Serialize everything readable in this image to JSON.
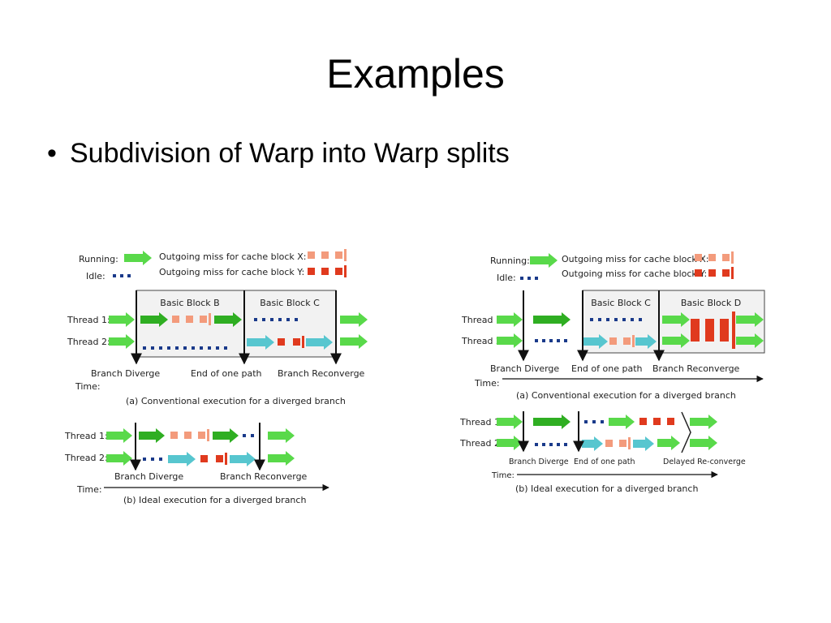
{
  "title": "Examples",
  "bullet": "Subdivision of Warp into Warp splits",
  "colors": {
    "running": "#59d94a",
    "running_dark": "#2fae22",
    "miss_x": "#f39b7c",
    "miss_y": "#e03a1e",
    "idle": "#1a3a8a",
    "cyan": "#57c6cf",
    "box_fill": "#f2f2f2"
  },
  "legend": {
    "running": "Running:",
    "idle": "Idle:",
    "miss_x": "Outgoing miss for cache block X:",
    "miss_y": "Outgoing miss for cache block Y:"
  },
  "left": {
    "block_b": "Basic Block B",
    "block_c": "Basic Block C",
    "thread1": "Thread 1:",
    "thread2": "Thread 2:",
    "diverge": "Branch Diverge",
    "end_path": "End of one path",
    "reconverge": "Branch Reconverge",
    "time": "Time:",
    "caption_a": "(a) Conventional execution for a diverged branch",
    "b_thread1": "Thread 1:",
    "b_thread2": "Thread 2:",
    "b_diverge": "Branch Diverge",
    "b_reconverge": "Branch Reconverge",
    "b_time": "Time:",
    "caption_b": "(b) Ideal execution for a diverged branch"
  },
  "right": {
    "block_c": "Basic Block C",
    "block_d": "Basic Block D",
    "thread1": "Thread 1:",
    "thread2": "Thread 2:",
    "diverge": "Branch Diverge",
    "end_path": "End of one path",
    "reconverge": "Branch Reconverge",
    "time": "Time:",
    "caption_a": "(a) Conventional execution for a diverged branch",
    "b_thread1": "Thread 1:",
    "b_thread2": "Thread 2:",
    "b_diverge": "Branch Diverge",
    "b_end_path": "End of one path",
    "b_delayed": "Delayed Re-converge",
    "b_time": "Time:",
    "caption_b": "(b) Ideal execution for a diverged branch"
  }
}
